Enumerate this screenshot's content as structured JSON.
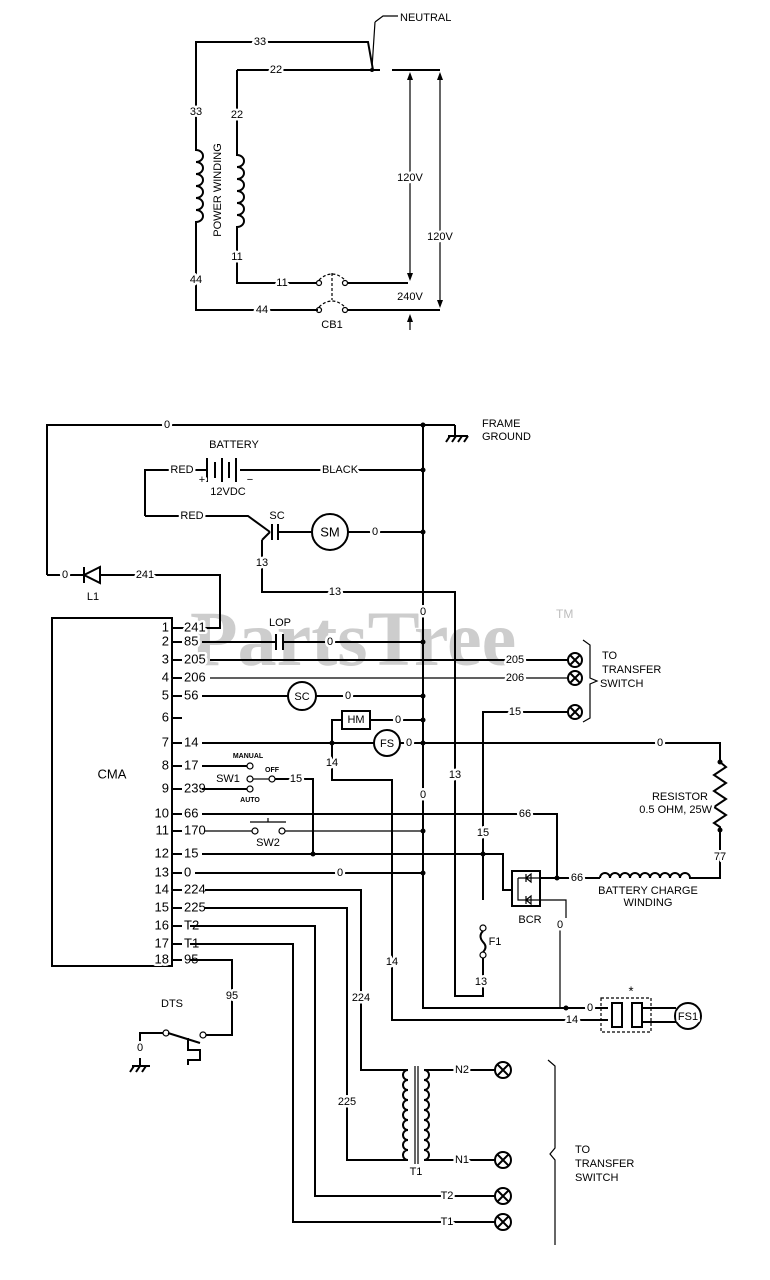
{
  "top": {
    "neutral": "NEUTRAL",
    "w33": "33",
    "w22": "22",
    "w44": "44",
    "w11": "11",
    "power_winding": "POWER WINDING",
    "v120": "120V",
    "v240": "240V",
    "cb1": "CB1"
  },
  "bottom": {
    "frame": "FRAME",
    "ground": "GROUND",
    "battery": "BATTERY",
    "battery_voltage": "12VDC",
    "plus": "+",
    "minus": "−",
    "red": "RED",
    "black": "BLACK",
    "sc": "SC",
    "sm": "SM",
    "l1": "L1",
    "cma": "CMA",
    "lop": "LOP",
    "hm": "HM",
    "fs": "FS",
    "fs1": "FS1",
    "manual": "MANUAL",
    "off": "OFF",
    "auto": "AUTO",
    "sw1": "SW1",
    "sw2": "SW2",
    "resistor": "RESISTOR",
    "resistor_value": "0.5 OHM, 25W",
    "charge_winding_1": "BATTERY CHARGE",
    "charge_winding_2": "WINDING",
    "bcr": "BCR",
    "f1": "F1",
    "dts": "DTS",
    "t1": "T1",
    "t2": "T2",
    "n1": "N1",
    "n2": "N2",
    "asterisk": "*",
    "to": "TO",
    "transfer": "TRANSFER",
    "switch": "SWITCH"
  },
  "wires": {
    "w0": "0",
    "w13": "13",
    "w14": "14",
    "w15": "15",
    "w66": "66",
    "w77": "77",
    "w95": "95",
    "w205": "205",
    "w206": "206",
    "w224": "224",
    "w225": "225",
    "w241": "241"
  },
  "cma_pins": [
    {
      "pin": "1",
      "wire": "241"
    },
    {
      "pin": "2",
      "wire": "85"
    },
    {
      "pin": "3",
      "wire": "205"
    },
    {
      "pin": "4",
      "wire": "206"
    },
    {
      "pin": "5",
      "wire": "56"
    },
    {
      "pin": "6",
      "wire": ""
    },
    {
      "pin": "7",
      "wire": "14"
    },
    {
      "pin": "8",
      "wire": "17"
    },
    {
      "pin": "9",
      "wire": "239"
    },
    {
      "pin": "10",
      "wire": "66"
    },
    {
      "pin": "11",
      "wire": "170"
    },
    {
      "pin": "12",
      "wire": "15"
    },
    {
      "pin": "13",
      "wire": "0"
    },
    {
      "pin": "14",
      "wire": "224"
    },
    {
      "pin": "15",
      "wire": "225"
    },
    {
      "pin": "16",
      "wire": "T2"
    },
    {
      "pin": "17",
      "wire": "T1"
    },
    {
      "pin": "18",
      "wire": "95"
    }
  ],
  "watermark": {
    "text": "PartsTree",
    "tm": "TM"
  }
}
